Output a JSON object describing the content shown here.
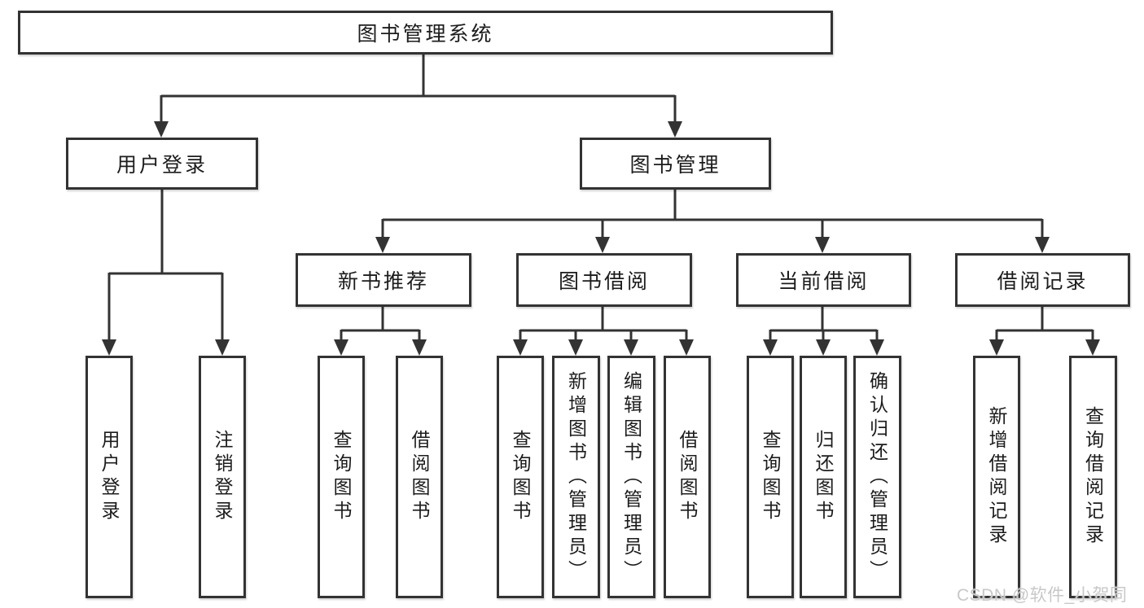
{
  "diagram": {
    "root": "图书管理系统",
    "branches": {
      "user_login": {
        "label": "用户登录",
        "children": [
          "用户登录",
          "注销登录"
        ]
      },
      "book_management": {
        "label": "图书管理",
        "children": {
          "new_book_recommend": {
            "label": "新书推荐",
            "children": [
              "查询图书",
              "借阅图书"
            ]
          },
          "book_borrow": {
            "label": "图书借阅",
            "children": [
              "查询图书",
              "新增图书（管理员）",
              "编辑图书（管理员）",
              "借阅图书"
            ]
          },
          "current_borrow": {
            "label": "当前借阅",
            "children": [
              "查询图书",
              "归还图书",
              "确认归还（管理员）"
            ]
          },
          "borrow_record": {
            "label": "借阅记录",
            "children": [
              "新增借阅记录",
              "查询借阅记录"
            ]
          }
        }
      }
    }
  },
  "watermark": "CSDN @软件_小贺同学",
  "colors": {
    "line": "#333333",
    "text": "#1c1c1c",
    "bg": "#ffffff",
    "watermark": "#c8c8c8"
  }
}
